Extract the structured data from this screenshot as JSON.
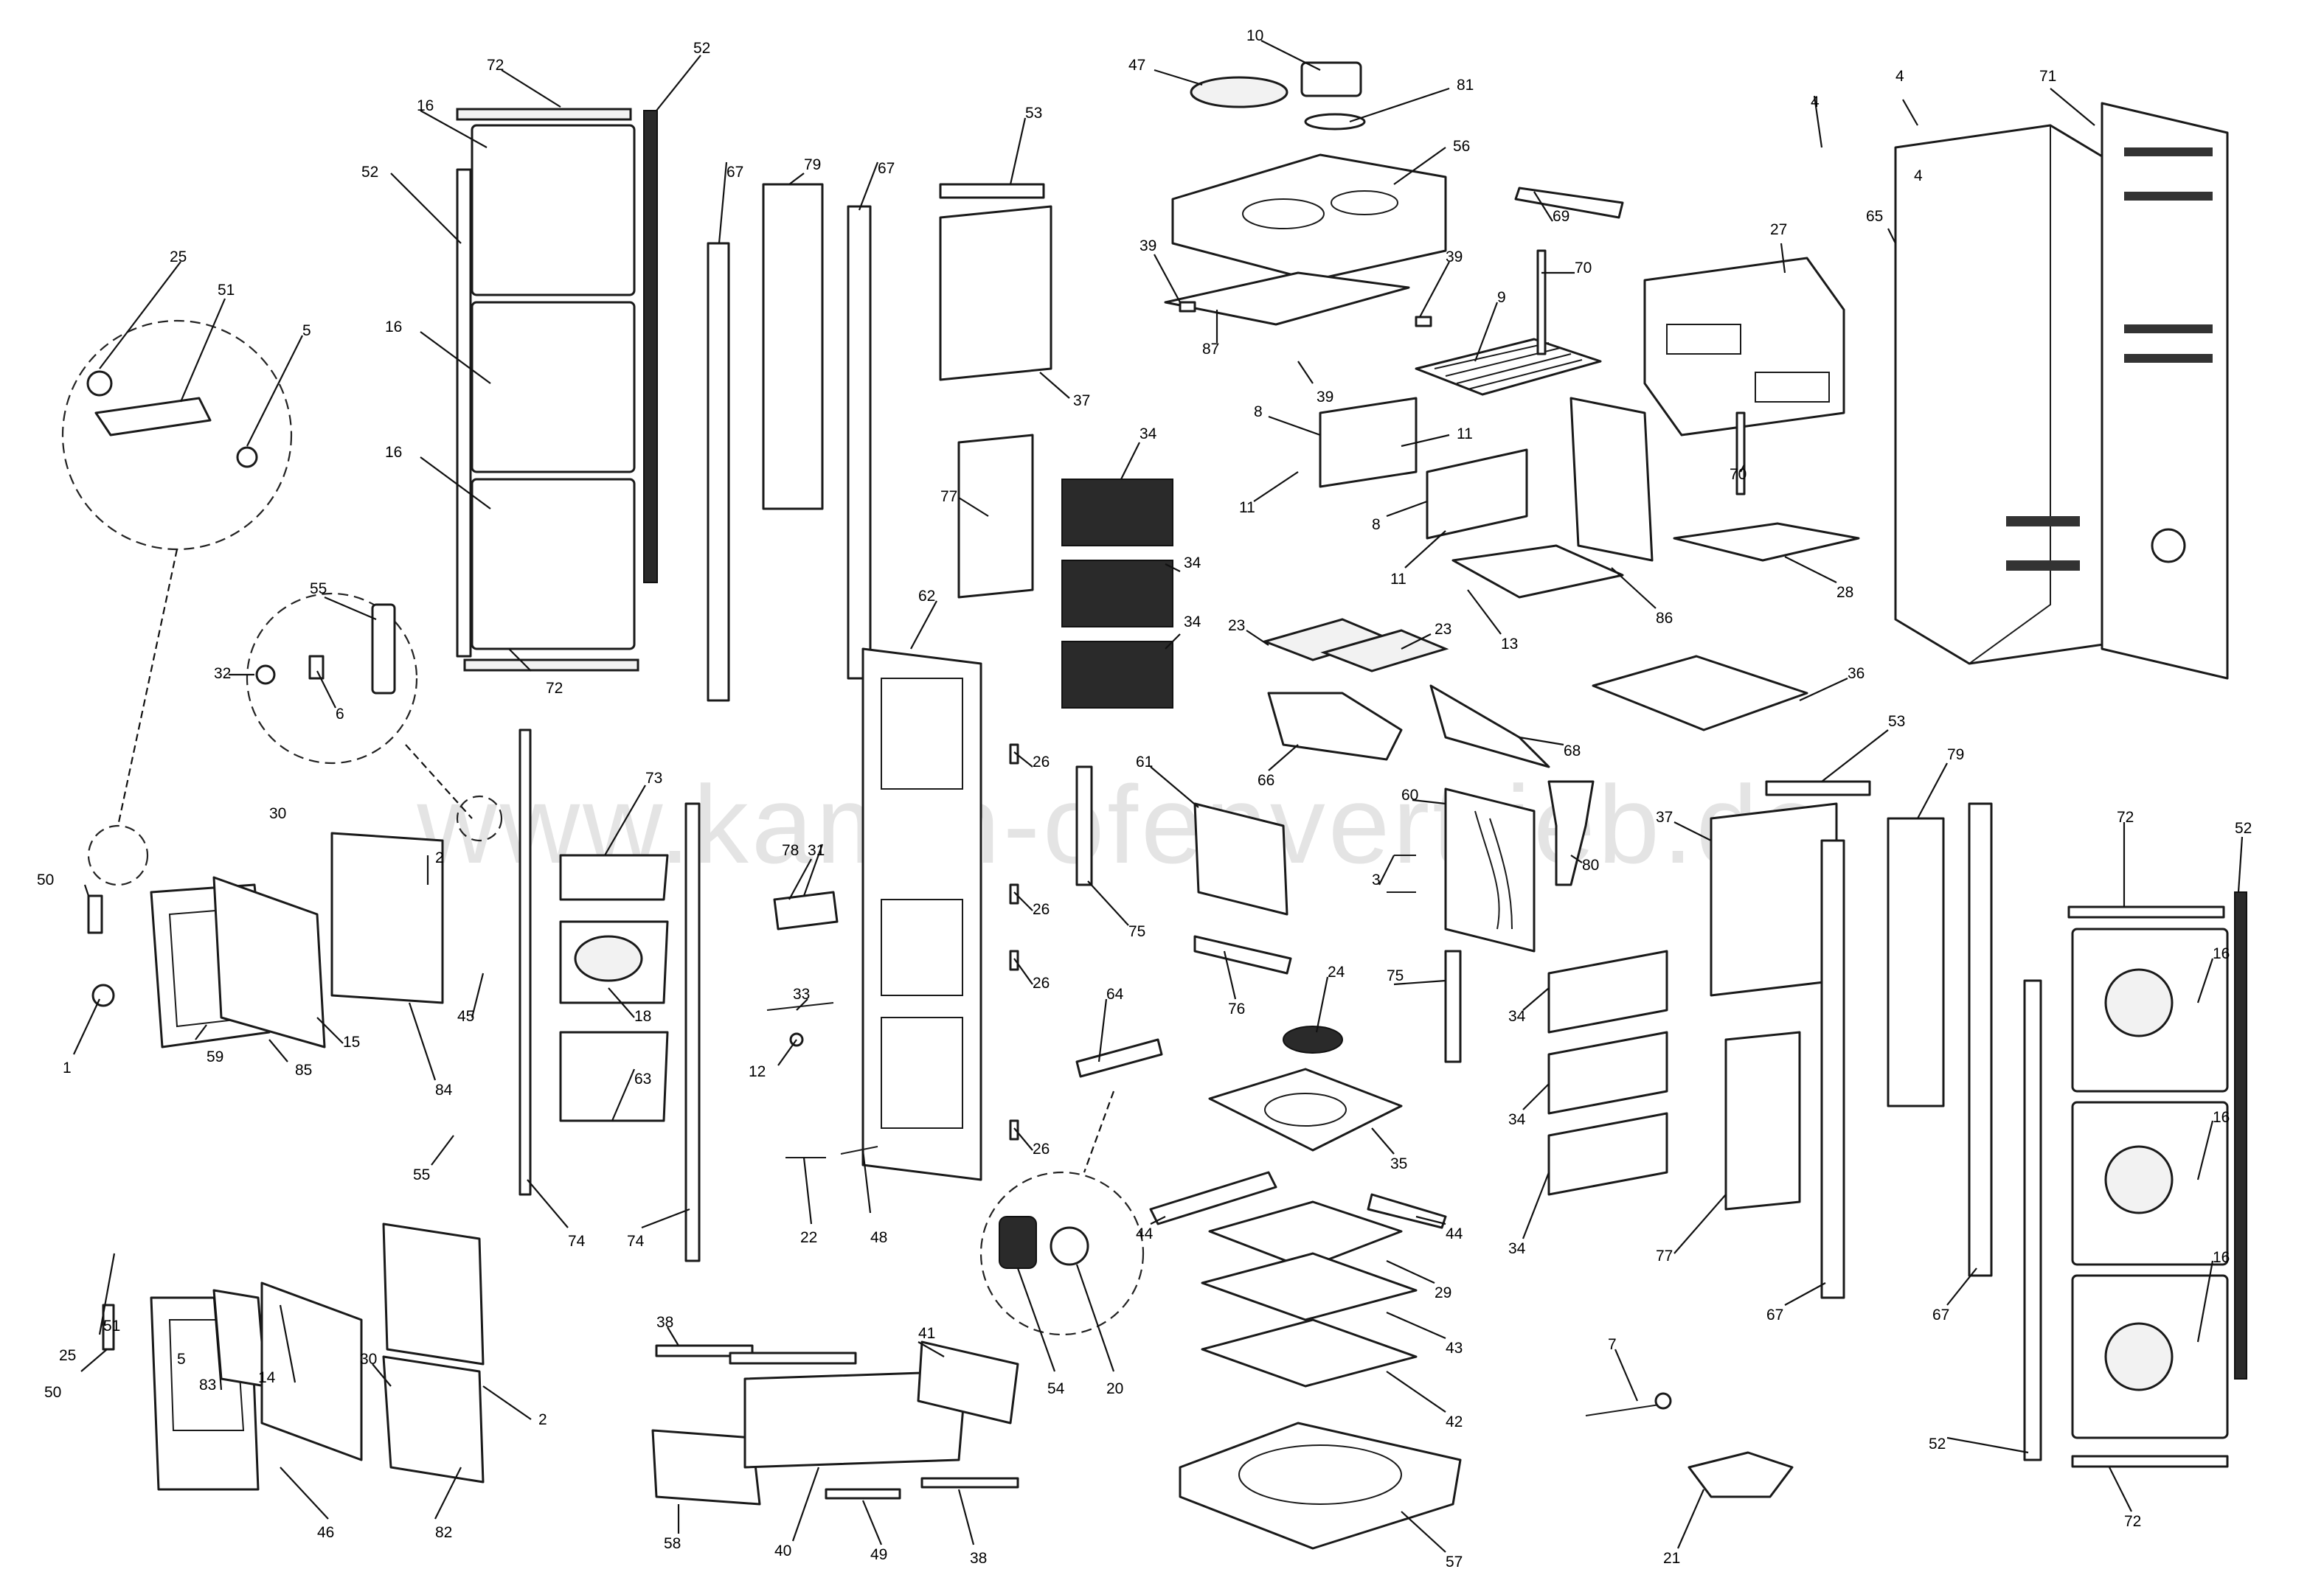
{
  "watermark": "www.kamin-ofenvertrieb.de",
  "labels": {
    "p1": "1",
    "p2a": "2",
    "p2b": "2",
    "p3": "3",
    "p4a": "4",
    "p4b": "4",
    "p4c": "4",
    "p5a": "5",
    "p5b": "5",
    "p6": "6",
    "p7": "7",
    "p8a": "8",
    "p8b": "8",
    "p9": "9",
    "p10": "10",
    "p11a": "11",
    "p11b": "11",
    "p11c": "11",
    "p12": "12",
    "p13": "13",
    "p14": "14",
    "p15": "15",
    "p16a": "16",
    "p16b": "16",
    "p16c": "16",
    "p16d": "16",
    "p16e": "16",
    "p16f": "16",
    "p18": "18",
    "p20": "20",
    "p21": "21",
    "p22": "22",
    "p23a": "23",
    "p23b": "23",
    "p24": "24",
    "p25a": "25",
    "p25b": "25",
    "p26a": "26",
    "p26b": "26",
    "p26c": "26",
    "p26d": "26",
    "p27": "27",
    "p28": "28",
    "p29": "29",
    "p30a": "30",
    "p30b": "30",
    "p31": "31",
    "p32": "32",
    "p33": "33",
    "p34a": "34",
    "p34b": "34",
    "p34c": "34",
    "p34d": "34",
    "p34e": "34",
    "p34f": "34",
    "p35": "35",
    "p36": "36",
    "p37a": "37",
    "p37b": "37",
    "p38a": "38",
    "p38b": "38",
    "p39a": "39",
    "p39b": "39",
    "p39c": "39",
    "p40": "40",
    "p41": "41",
    "p42": "42",
    "p43": "43",
    "p44a": "44",
    "p44b": "44",
    "p45": "45",
    "p46": "46",
    "p47": "47",
    "p48": "48",
    "p49": "49",
    "p50a": "50",
    "p50b": "50",
    "p51a": "51",
    "p51b": "51",
    "p52a": "52",
    "p52b": "52",
    "p52c": "52",
    "p52d": "52",
    "p53a": "53",
    "p53b": "53",
    "p54": "54",
    "p55a": "55",
    "p55b": "55",
    "p56": "56",
    "p57": "57",
    "p58": "58",
    "p59": "59",
    "p60": "60",
    "p61": "61",
    "p62": "62",
    "p63": "63",
    "p64": "64",
    "p65": "65",
    "p66": "66",
    "p67a": "67",
    "p67b": "67",
    "p67c": "67",
    "p67d": "67",
    "p68": "68",
    "p69": "69",
    "p70a": "70",
    "p70b": "70",
    "p71": "71",
    "p72a": "72",
    "p72b": "72",
    "p72c": "72",
    "p72d": "72",
    "p73": "73",
    "p74a": "74",
    "p74b": "74",
    "p75a": "75",
    "p75b": "75",
    "p76": "76",
    "p77a": "77",
    "p77b": "77",
    "p78": "78",
    "p79a": "79",
    "p79b": "79",
    "p80": "80",
    "p81": "81",
    "p82": "82",
    "p83": "83",
    "p84": "84",
    "p85": "85",
    "p86": "86",
    "p87": "87"
  }
}
